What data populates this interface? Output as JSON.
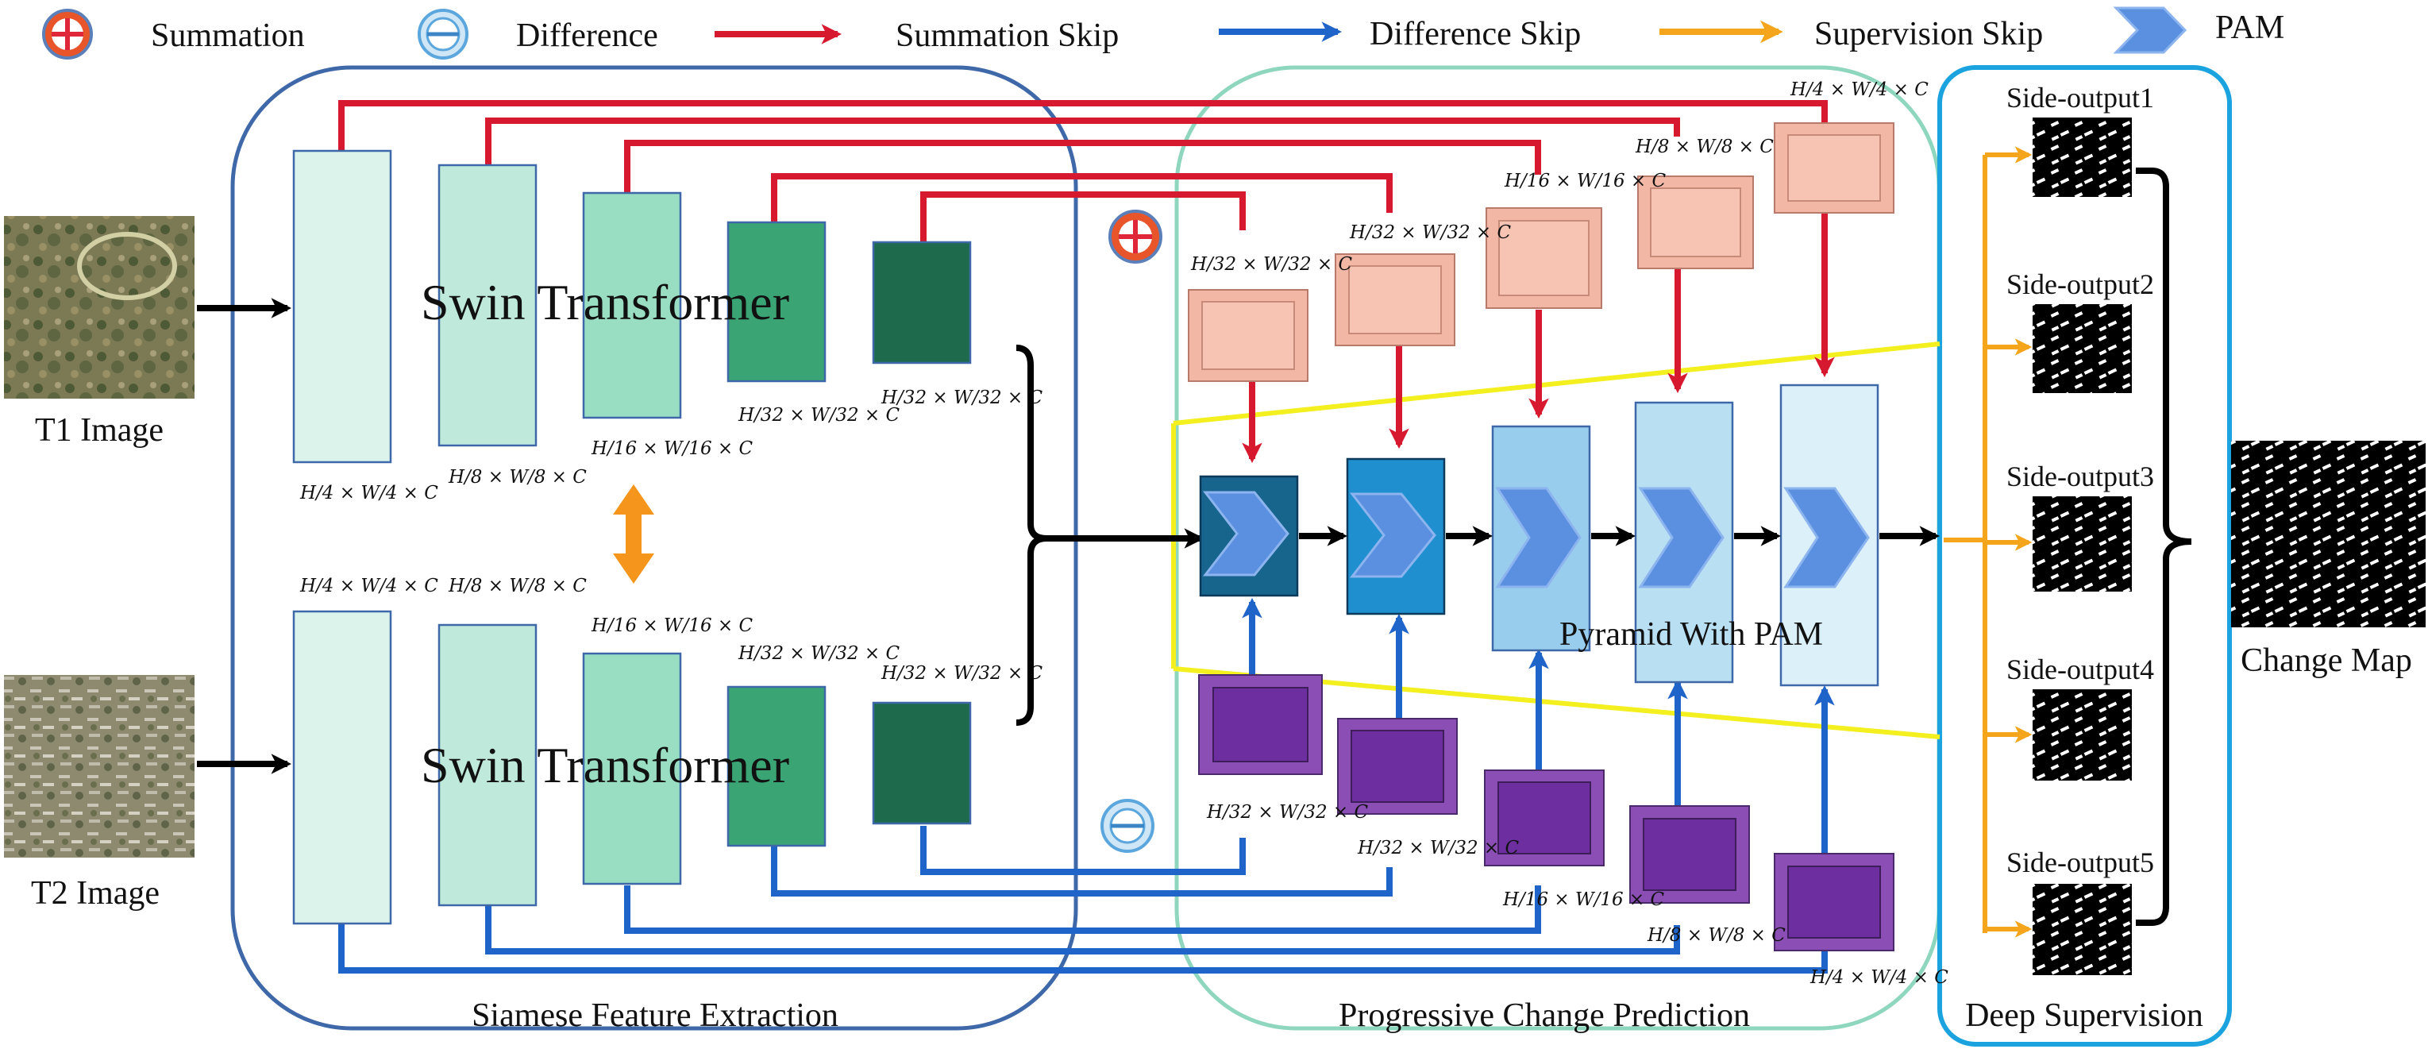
{
  "legend": {
    "summation": "Summation",
    "difference": "Difference",
    "summation_skip": "Summation Skip",
    "difference_skip": "Difference Skip",
    "supervision_skip": "Supervision Skip",
    "pam": "PAM"
  },
  "colors": {
    "summation_skip": "#d7192f",
    "difference_skip": "#1f64c8",
    "supervision_skip": "#f5a51c",
    "siamese_border": "#3f68a8",
    "progressive_border": "#8fd6bf",
    "deep_supervision_border": "#1aa3df",
    "pyramid_guide": "#f4ef1f",
    "pam_chevron": "#5b8fe0"
  },
  "inputs": {
    "t1": "T1 Image",
    "t2": "T2 Image"
  },
  "encoder": {
    "swin_top": "Swin Transformer",
    "swin_bottom": "Swin Transformer",
    "dims": {
      "d4": "H/4 × W/4 × C",
      "d8": "H/8 × W/8 × C",
      "d16": "H/16 × W/16 × C",
      "d32": "H/32 × W/32 × C"
    }
  },
  "pyramid": {
    "label": "Pyramid With PAM"
  },
  "deep_supervision": {
    "side_outputs": [
      "Side-output1",
      "Side-output2",
      "Side-output3",
      "Side-output4",
      "Side-output5"
    ]
  },
  "output": {
    "change_map": "Change Map"
  },
  "sections": {
    "siamese": "Siamese Feature Extraction",
    "progressive": "Progressive Change Prediction",
    "deep_supervision": "Deep Supervision"
  }
}
